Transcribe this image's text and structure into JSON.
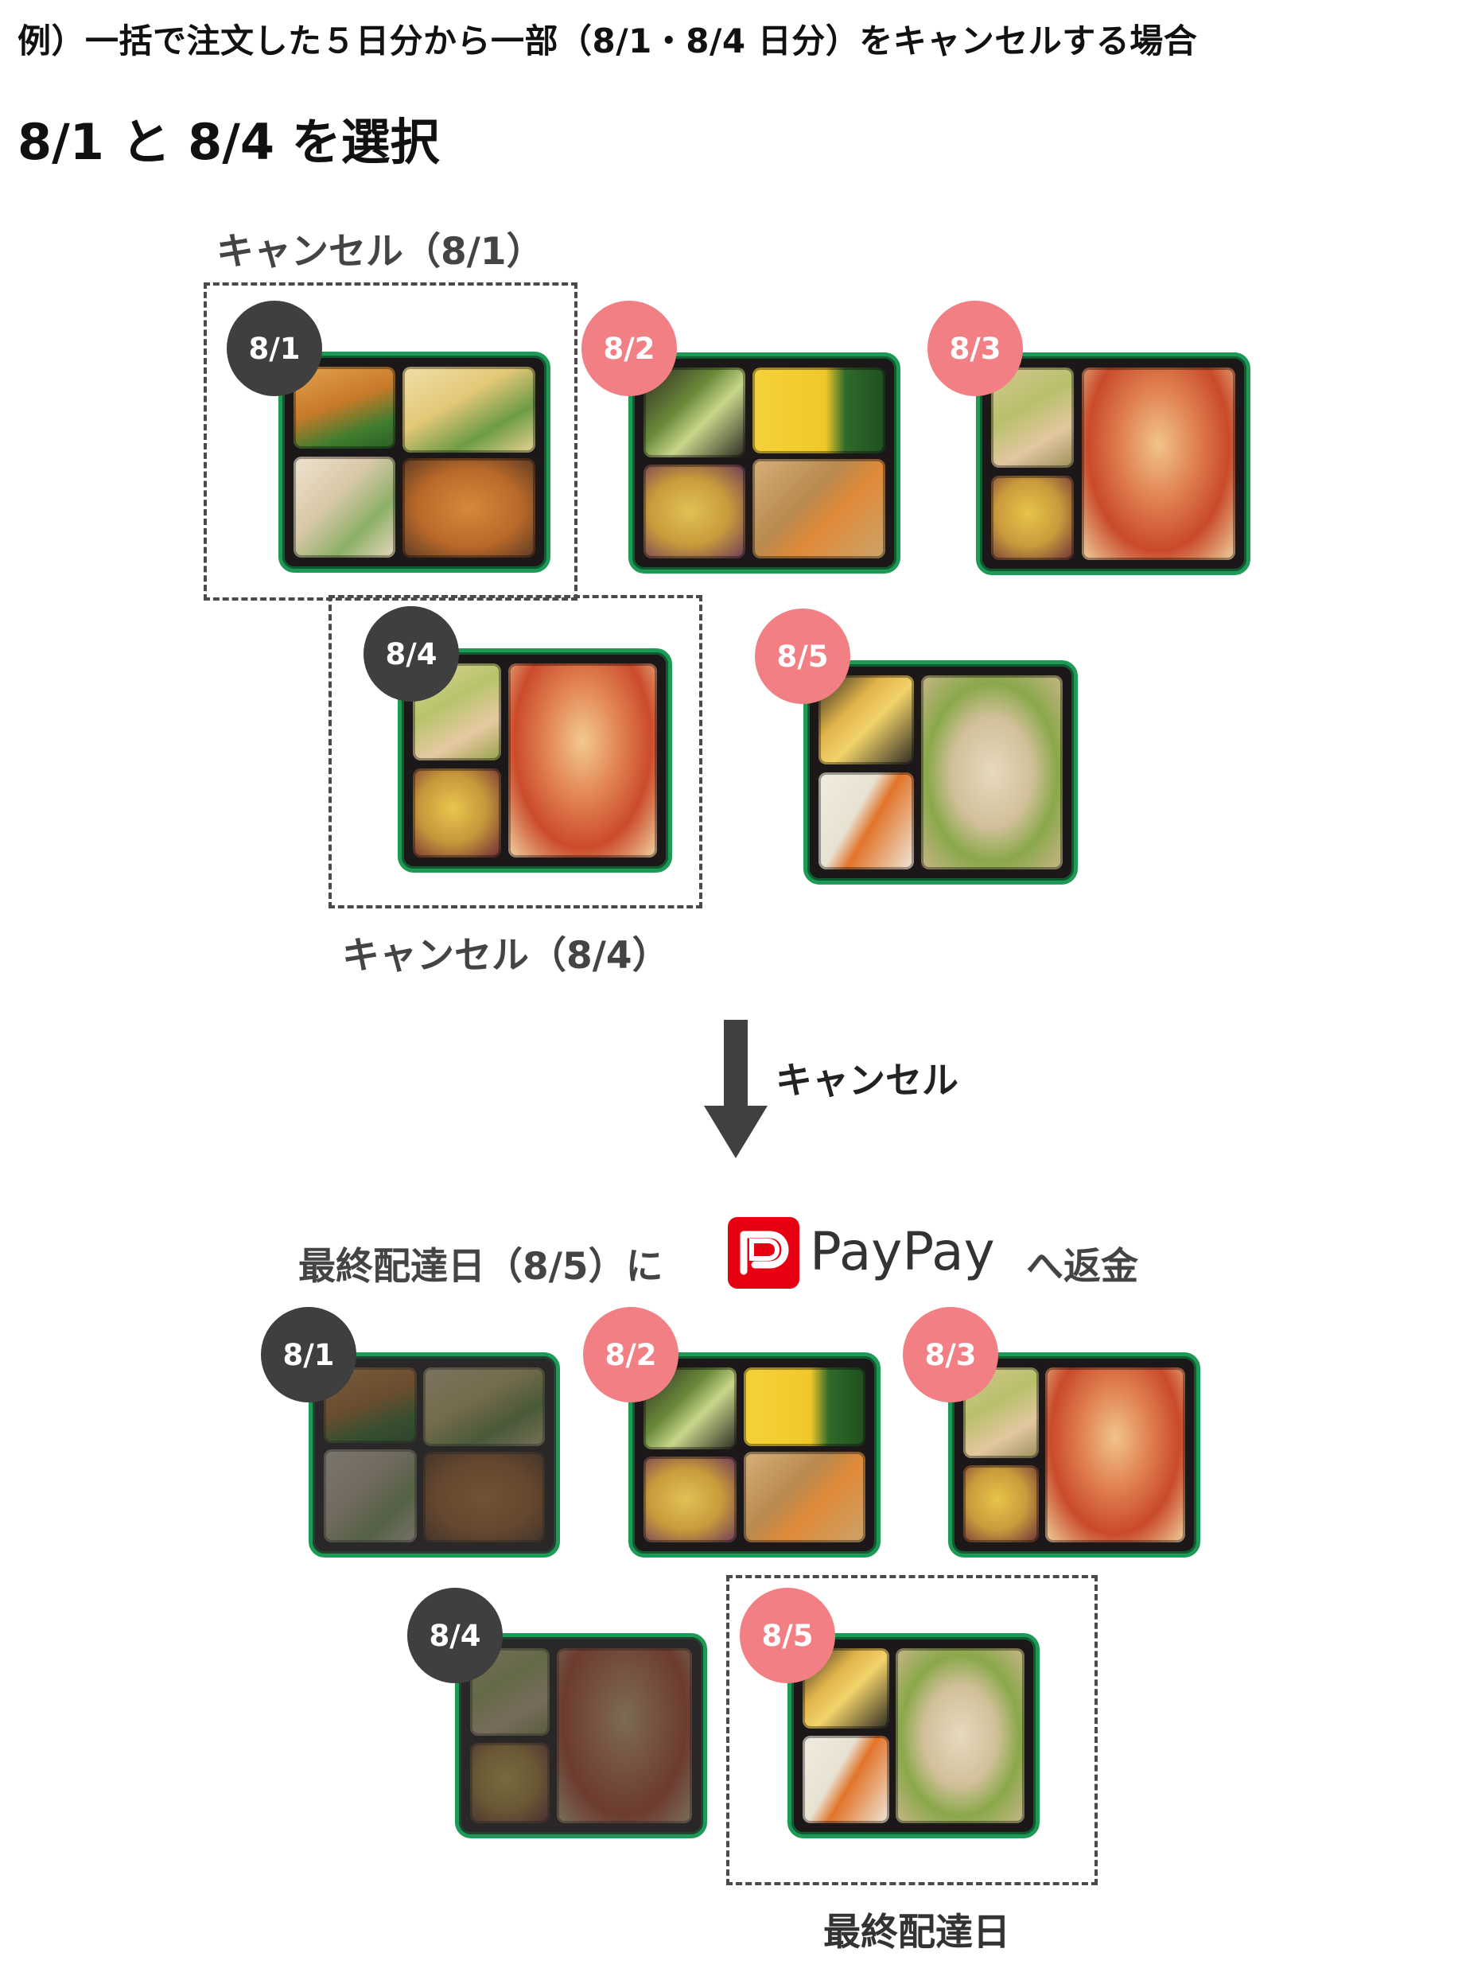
{
  "headings": {
    "example": "例）一括で注文した５日分から一部（8/1・8/4 日分）をキャンセルする場合",
    "select": "8/1 と 8/4 を選択"
  },
  "labels": {
    "cancel_81": "キャンセル（8/1）",
    "cancel_84": "キャンセル（8/4）",
    "arrow": "キャンセル",
    "refund_prefix": "最終配達日（8/5）に",
    "paypay": "PayPay",
    "refund_suffix": "へ返金",
    "last_day": "最終配達日"
  },
  "badges": {
    "d1": "8/1",
    "d2": "8/2",
    "d3": "8/3",
    "d4": "8/4",
    "d5": "8/5"
  },
  "colors": {
    "badge_cancelled": "#3f3f3f",
    "badge_active": "#f27f84",
    "tray_border": "#1e9a57",
    "paypay_red": "#e60012"
  },
  "icons": {
    "arrow": "arrow-down-icon",
    "paypay": "paypay-logo-icon"
  }
}
